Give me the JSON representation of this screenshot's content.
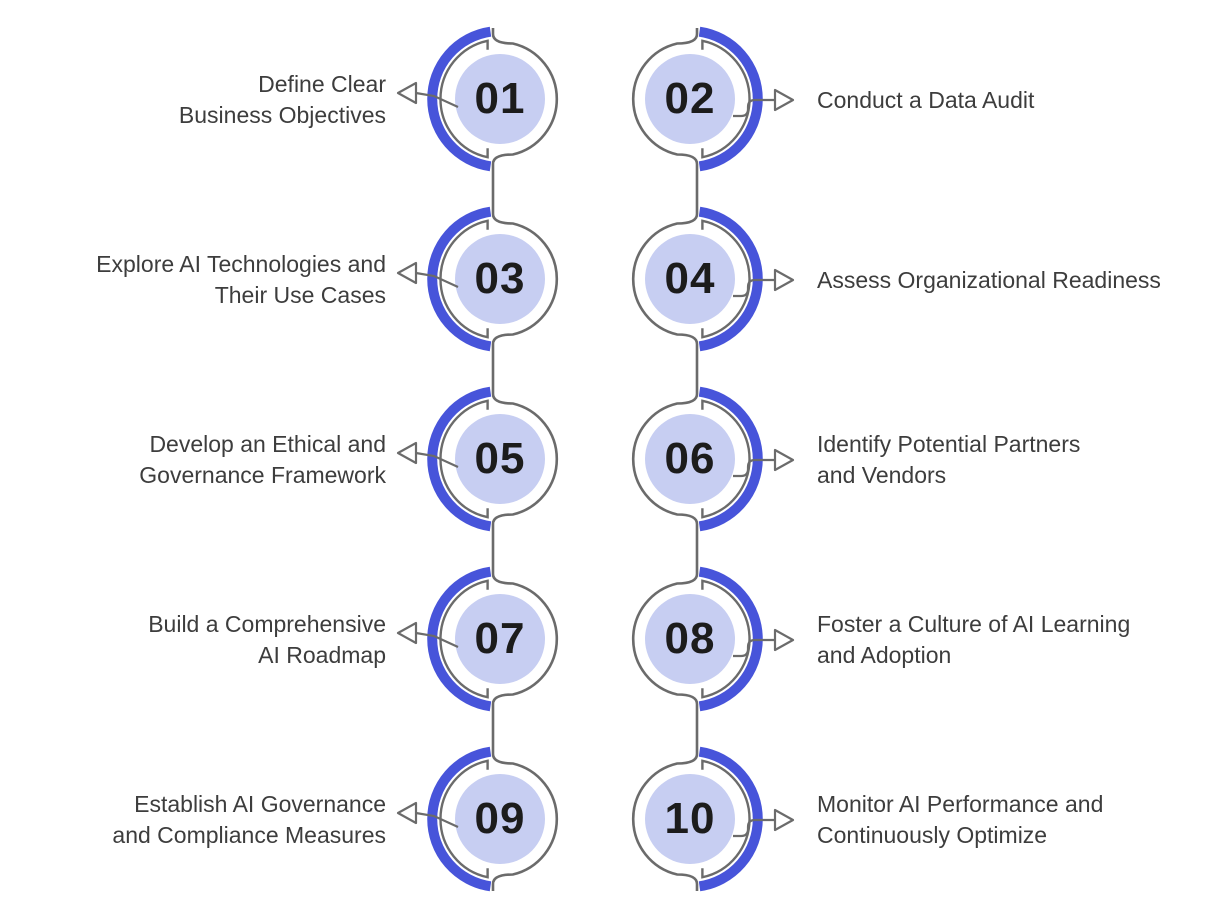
{
  "diagram": {
    "name": "ten-step-ai-adoption-process",
    "colors": {
      "accent_blue": "#4754da",
      "circle_fill": "#c7cef2",
      "line_gray": "#6b6b6b",
      "label_text": "#3d3d3d",
      "number_text": "#1c1c1c",
      "background": "#ffffff"
    },
    "steps": [
      {
        "number": "01",
        "side": "left",
        "label": "Define Clear Business Objectives",
        "lines": [
          "Define Clear",
          "Business Objectives"
        ]
      },
      {
        "number": "02",
        "side": "right",
        "label": "Conduct a Data Audit",
        "lines": [
          "Conduct a Data Audit"
        ]
      },
      {
        "number": "03",
        "side": "left",
        "label": "Explore AI Technologies and Their Use Cases",
        "lines": [
          "Explore AI Technologies and",
          "Their Use Cases"
        ]
      },
      {
        "number": "04",
        "side": "right",
        "label": "Assess Organizational Readiness",
        "lines": [
          "Assess Organizational Readiness"
        ]
      },
      {
        "number": "05",
        "side": "left",
        "label": "Develop an Ethical and Governance Framework",
        "lines": [
          "Develop an Ethical and",
          "Governance Framework"
        ]
      },
      {
        "number": "06",
        "side": "right",
        "label": "Identify Potential Partners and Vendors",
        "lines": [
          "Identify Potential Partners",
          "and Vendors"
        ]
      },
      {
        "number": "07",
        "side": "left",
        "label": "Build a Comprehensive AI Roadmap",
        "lines": [
          "Build a Comprehensive",
          "AI Roadmap"
        ]
      },
      {
        "number": "08",
        "side": "right",
        "label": "Foster a Culture of AI Learning and Adoption",
        "lines": [
          "Foster a Culture of AI Learning",
          "and Adoption"
        ]
      },
      {
        "number": "09",
        "side": "left",
        "label": "Establish AI Governance and Compliance Measures",
        "lines": [
          "Establish AI Governance",
          "and Compliance Measures"
        ]
      },
      {
        "number": "10",
        "side": "right",
        "label": "Monitor AI Performance and Continuously Optimize",
        "lines": [
          "Monitor AI Performance and",
          "Continuously Optimize"
        ]
      }
    ]
  }
}
